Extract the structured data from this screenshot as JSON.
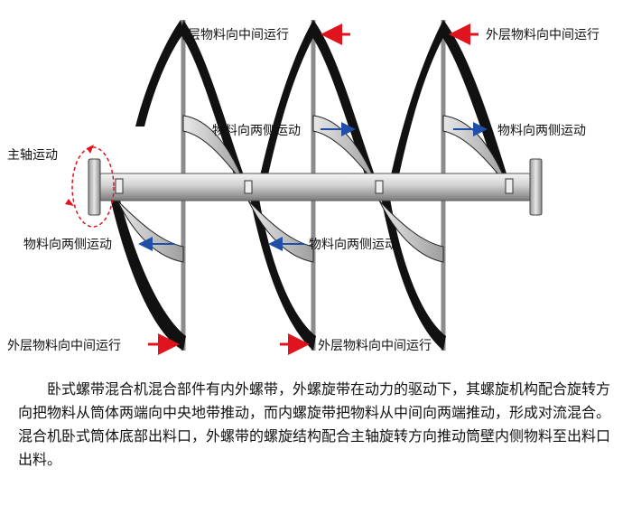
{
  "labels": {
    "outer_top_left": "外层物料向中间运行",
    "outer_top_right": "外层物料向中间运行",
    "sides_upper_middle": "物料向两侧运动",
    "sides_upper_right": "物料向两侧运动",
    "shaft_motion": "主轴运动",
    "sides_lower_left": "物料向两侧运动",
    "sides_lower_middle": "物料向两侧运动",
    "outer_bottom_left": "外层物料向中间运行",
    "outer_bottom_middle": "外层物料向中间运行"
  },
  "caption": {
    "paragraph1": "卧式螺带混合机混合部件有内外螺带，外螺旋带在动力的驱动下，其螺旋机构配合旋转方向把物料从筒体两端向中央地带推动，而内螺旋带把物料从中间向两端推动，形成对流混合。",
    "paragraph2": "混合机卧式筒体底部出料口，外螺带的螺旋结构配合主轴旋转方向推动筒壁内侧物料至出料口出料。"
  },
  "colors": {
    "outer_arrow": "#e0141e",
    "inner_arrow": "#1f4fa8",
    "shaft_motion_ring": "#e0141e",
    "ribbon": "#111111",
    "shaft": "#d8d8d8"
  }
}
